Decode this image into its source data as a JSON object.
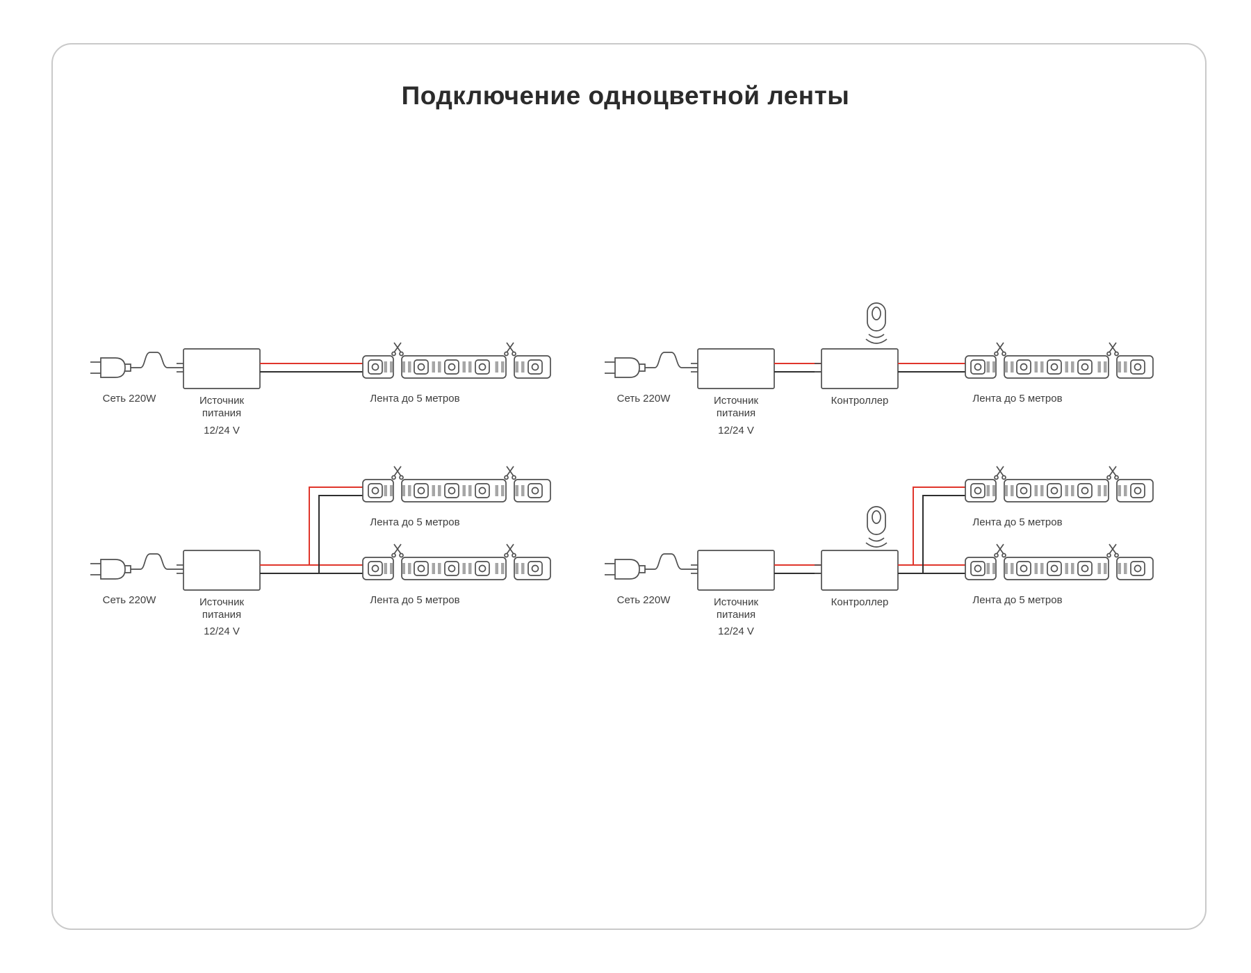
{
  "page": {
    "title": "Подключение одноцветной ленты"
  },
  "colors": {
    "wire_positive": "#e0352b",
    "wire_negative": "#2e2e2e",
    "outline": "#4f4f4f",
    "text": "#3d3d3d",
    "title": "#2b2b2b",
    "border": "#c9c9c9"
  },
  "diagrams": [
    {
      "mains": "Сеть 220W",
      "psu_line1": "Источник",
      "psu_line2": "питания",
      "psu_voltage": "12/24 V",
      "strips": [
        "Лента до 5 метров"
      ]
    },
    {
      "mains": "Сеть 220W",
      "psu_line1": "Источник",
      "psu_line2": "питания",
      "psu_voltage": "12/24 V",
      "controller": "Контроллер",
      "strips": [
        "Лента до 5 метров"
      ]
    },
    {
      "mains": "Сеть 220W",
      "psu_line1": "Источник",
      "psu_line2": "питания",
      "psu_voltage": "12/24 V",
      "strips": [
        "Лента до 5 метров",
        "Лента до 5 метров"
      ]
    },
    {
      "mains": "Сеть 220W",
      "psu_line1": "Источник",
      "psu_line2": "питания",
      "psu_voltage": "12/24 V",
      "controller": "Контроллер",
      "strips": [
        "Лента до 5 метров",
        "Лента до 5 метров"
      ]
    }
  ]
}
